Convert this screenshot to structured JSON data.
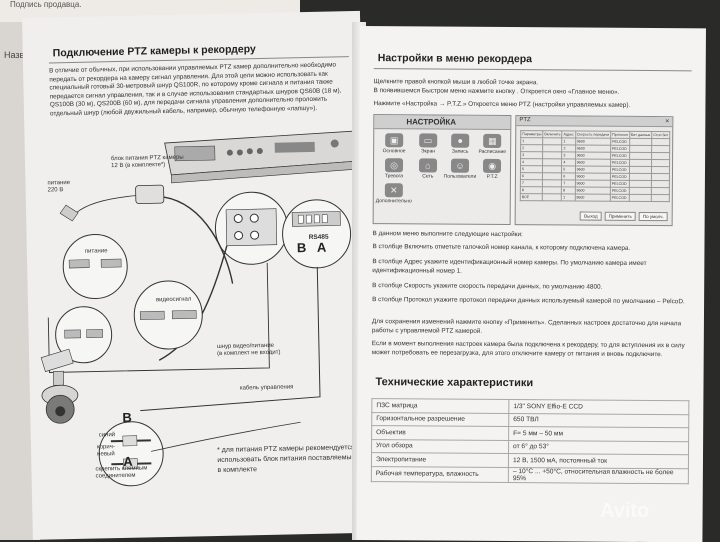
{
  "background": {
    "top_paper_text": "Подпись продавца.",
    "side_paper_text": "Назв"
  },
  "left": {
    "title": "Подключение PTZ камеры к рекордеру",
    "paragraph": "В отличие от обычных, при использовании управляемых PTZ камер дополнительно необходимо передать от рекордера на камеру сигнал управления. Для этой цели можно использовать как специальный готовый 30-метровый шнур QS100R, по которому кроме сигнала и питания также передается сигнал управления, так и в случае использования стандартных шнуров QS60В (18 м), QS100В (30 м), QS200В (60 м), для передачи сигнала управления дополнительно проложить отдельный шнур (любой двужильный кабель, например, обычную телефонную «лапшу»).",
    "labels": {
      "psu_block": "блок питания PTZ камеры\n12 В (в комплекте*)",
      "power_220": "питание\n220 В",
      "rs485": "RS485",
      "a": "A",
      "b": "B",
      "pitanie": "питание",
      "video_signal": "видеосигнал",
      "cord": "шнур видео/питание\n(в комплект не входит)",
      "control_cable": "кабель управления",
      "blue": "синий",
      "brown": "корич-\nневый",
      "terminal": "скрепить клемным\nсоединителем",
      "b_small": "B",
      "a_small": "A"
    },
    "footnote": "* для питания PTZ камеры рекомендуется использовать блок питания поставляемый в комплекте"
  },
  "right": {
    "title": "Настройки в меню рекордера",
    "line1": "Щелкните правой кнопкой мыши в любой точке экрана.",
    "line2": "В появившемся Быстром меню нажмите кнопку     . Откроется окно «Главное меню».",
    "line3": "Нажмите «Настройка → P.T.Z.» Откроется меню PTZ (настройки управляемых камер).",
    "menu": {
      "title": "НАСТРОЙКА",
      "items": [
        "Основное",
        "Экран",
        "Запись",
        "Расписание",
        "Тревога",
        "Сеть",
        "Пользователи",
        "P.T.Z",
        "Дополнительно"
      ]
    },
    "ptz": {
      "title": "PTZ",
      "columns": [
        "Параметры",
        "Включить",
        "Адрес",
        "Скорость передачи",
        "Протокол",
        "Бит данных",
        "Стоп бит"
      ],
      "rows": [
        [
          "1",
          "",
          "1",
          "9600",
          "PELCOD",
          "",
          ""
        ],
        [
          "2",
          "",
          "2",
          "9600",
          "PELCOD",
          "",
          ""
        ],
        [
          "3",
          "",
          "3",
          "9600",
          "PELCOD",
          "",
          ""
        ],
        [
          "4",
          "",
          "4",
          "9600",
          "PELCOD",
          "",
          ""
        ],
        [
          "5",
          "",
          "5",
          "9600",
          "PELCOD",
          "",
          ""
        ],
        [
          "6",
          "",
          "6",
          "9600",
          "PELCOD",
          "",
          ""
        ],
        [
          "7",
          "",
          "7",
          "9600",
          "PELCOD",
          "",
          ""
        ],
        [
          "8",
          "",
          "8",
          "9600",
          "PELCOD",
          "",
          ""
        ],
        [
          "ВСЕ",
          "",
          "1",
          "9600",
          "PELCOD",
          "",
          ""
        ]
      ],
      "buttons": [
        "Выход",
        "Применить",
        "По умолч."
      ]
    },
    "p1": "В данном меню выполните следующие настройки:",
    "p2": "В столбце Включить отметьте галочкой номер канала, к которому подключена камера.",
    "p3": "В столбце Адрес укажите идентификационный номер камеры. По умолчанию камера имеет идентификационный номер 1.",
    "p4": "В столбце Скорость укажите скорость передачи данных, по умолчанию 4800.",
    "p5": "В столбце Протокол укажите протокол передачи данных используемый камерой по умолчанию – PelcoD.",
    "p6": "Для сохранения изменений нажмите кнопку «Применить». Сделанных настроек достаточно для начала работы с управляемой PTZ камерой.",
    "p7": "Если в момент выполнения настроек камера была подключена к рекордеру, то для вступления их в силу может потребовать ее перезагрузка, для этого отключите камеру от питания и вновь подключите.",
    "spec_title": "Технические характеристики",
    "spec_rows": [
      {
        "k": "ПЗС матрица",
        "v": "1/3\" SONY Effio-E CCD"
      },
      {
        "k": "Горизонтальное разрешение",
        "v": "650 ТВЛ"
      },
      {
        "k": "Объектив",
        "v": "F= 5 мм – 50 мм"
      },
      {
        "k": "Угол обзора",
        "v": "от 6° до 53°"
      },
      {
        "k": "Электропитание",
        "v": "12 В, 1500 мА, постоянный ток"
      },
      {
        "k": "Рабочая температура, влажность",
        "v": "– 10°C ... +50°C, относительная влажность не более 95%"
      }
    ]
  },
  "watermark": "Avito"
}
